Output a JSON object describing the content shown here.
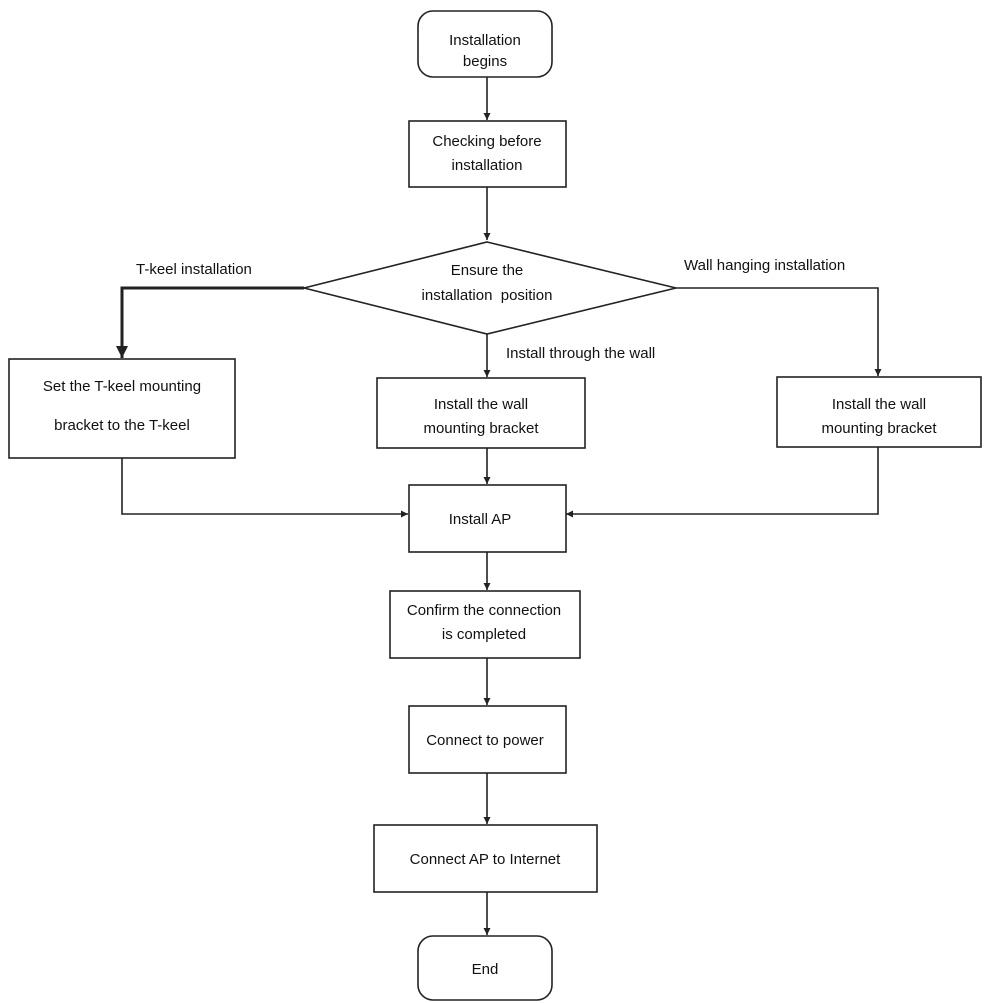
{
  "nodes": {
    "start": {
      "lines": [
        "Installation",
        "begins"
      ]
    },
    "check": {
      "lines": [
        "Checking before",
        "installation"
      ]
    },
    "decision": {
      "lines": [
        "Ensure the",
        "installation  position"
      ]
    },
    "tkeel": {
      "lines": [
        "Set the T-keel mounting",
        "bracket to the T-keel"
      ]
    },
    "wall_center": {
      "lines": [
        "Install the wall",
        "mounting bracket"
      ]
    },
    "wall_right": {
      "lines": [
        "Install the wall",
        "mounting bracket"
      ]
    },
    "install_ap": {
      "lines": [
        "Install AP"
      ]
    },
    "confirm": {
      "lines": [
        "Confirm the connection",
        "is completed"
      ]
    },
    "power": {
      "lines": [
        "Connect to power"
      ]
    },
    "internet": {
      "lines": [
        "Connect AP to Internet"
      ]
    },
    "end": {
      "lines": [
        "End"
      ]
    }
  },
  "edge_labels": {
    "tkeel": "T-keel installation",
    "wall_hanging": "Wall hanging installation",
    "through_wall": "Install through the wall"
  }
}
